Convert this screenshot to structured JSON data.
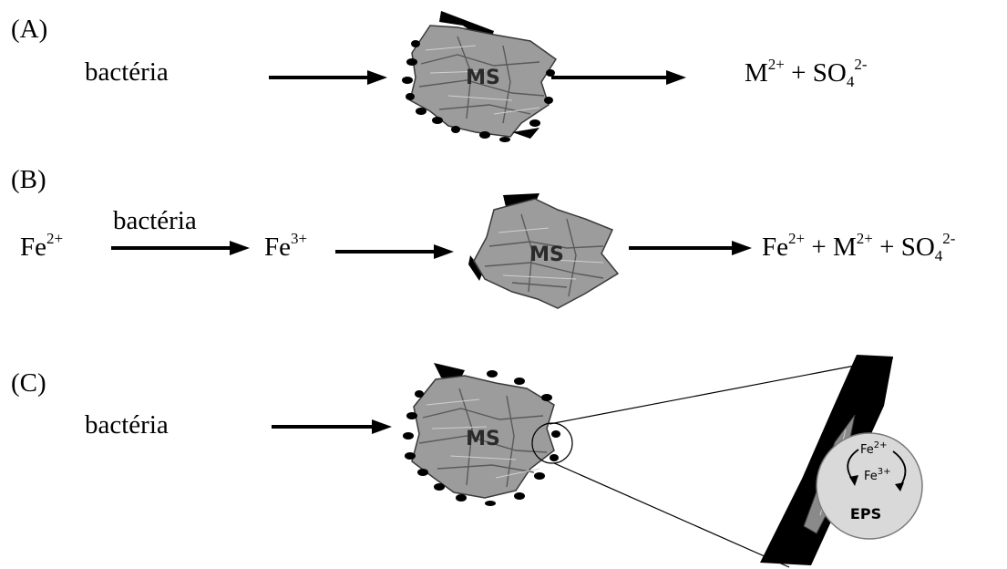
{
  "panels": {
    "a": {
      "label": "(A)",
      "bacteria": "bactéria",
      "mineral": "MS",
      "product": {
        "metal": "M",
        "metal_charge": "2+",
        "plus": "+",
        "sulfate": "SO",
        "sulfate_sub": "4",
        "sulfate_charge": "2-"
      }
    },
    "b": {
      "label": "(B)",
      "reactant": {
        "base": "Fe",
        "charge": "2+"
      },
      "catalyst": "bactéria",
      "intermediate": {
        "base": "Fe",
        "charge": "3+"
      },
      "mineral": "MS",
      "product": {
        "iron": "Fe",
        "iron_charge": "2+",
        "plus1": "+",
        "metal": "M",
        "metal_charge": "2+",
        "plus2": "+",
        "sulfate": "SO",
        "sulfate_sub": "4",
        "sulfate_charge": "2-"
      }
    },
    "c": {
      "label": "(C)",
      "bacteria": "bactéria",
      "mineral": "MS",
      "inset": {
        "iron2": "Fe",
        "iron2_charge": "2+",
        "iron3": "Fe",
        "iron3_charge": "3+",
        "eps": "EPS"
      }
    }
  },
  "colors": {
    "ink": "#000000",
    "mineral_fill": "#9c9c9c",
    "mineral_dark": "#5a5a5a",
    "eps_fill": "#d9d9d9"
  }
}
